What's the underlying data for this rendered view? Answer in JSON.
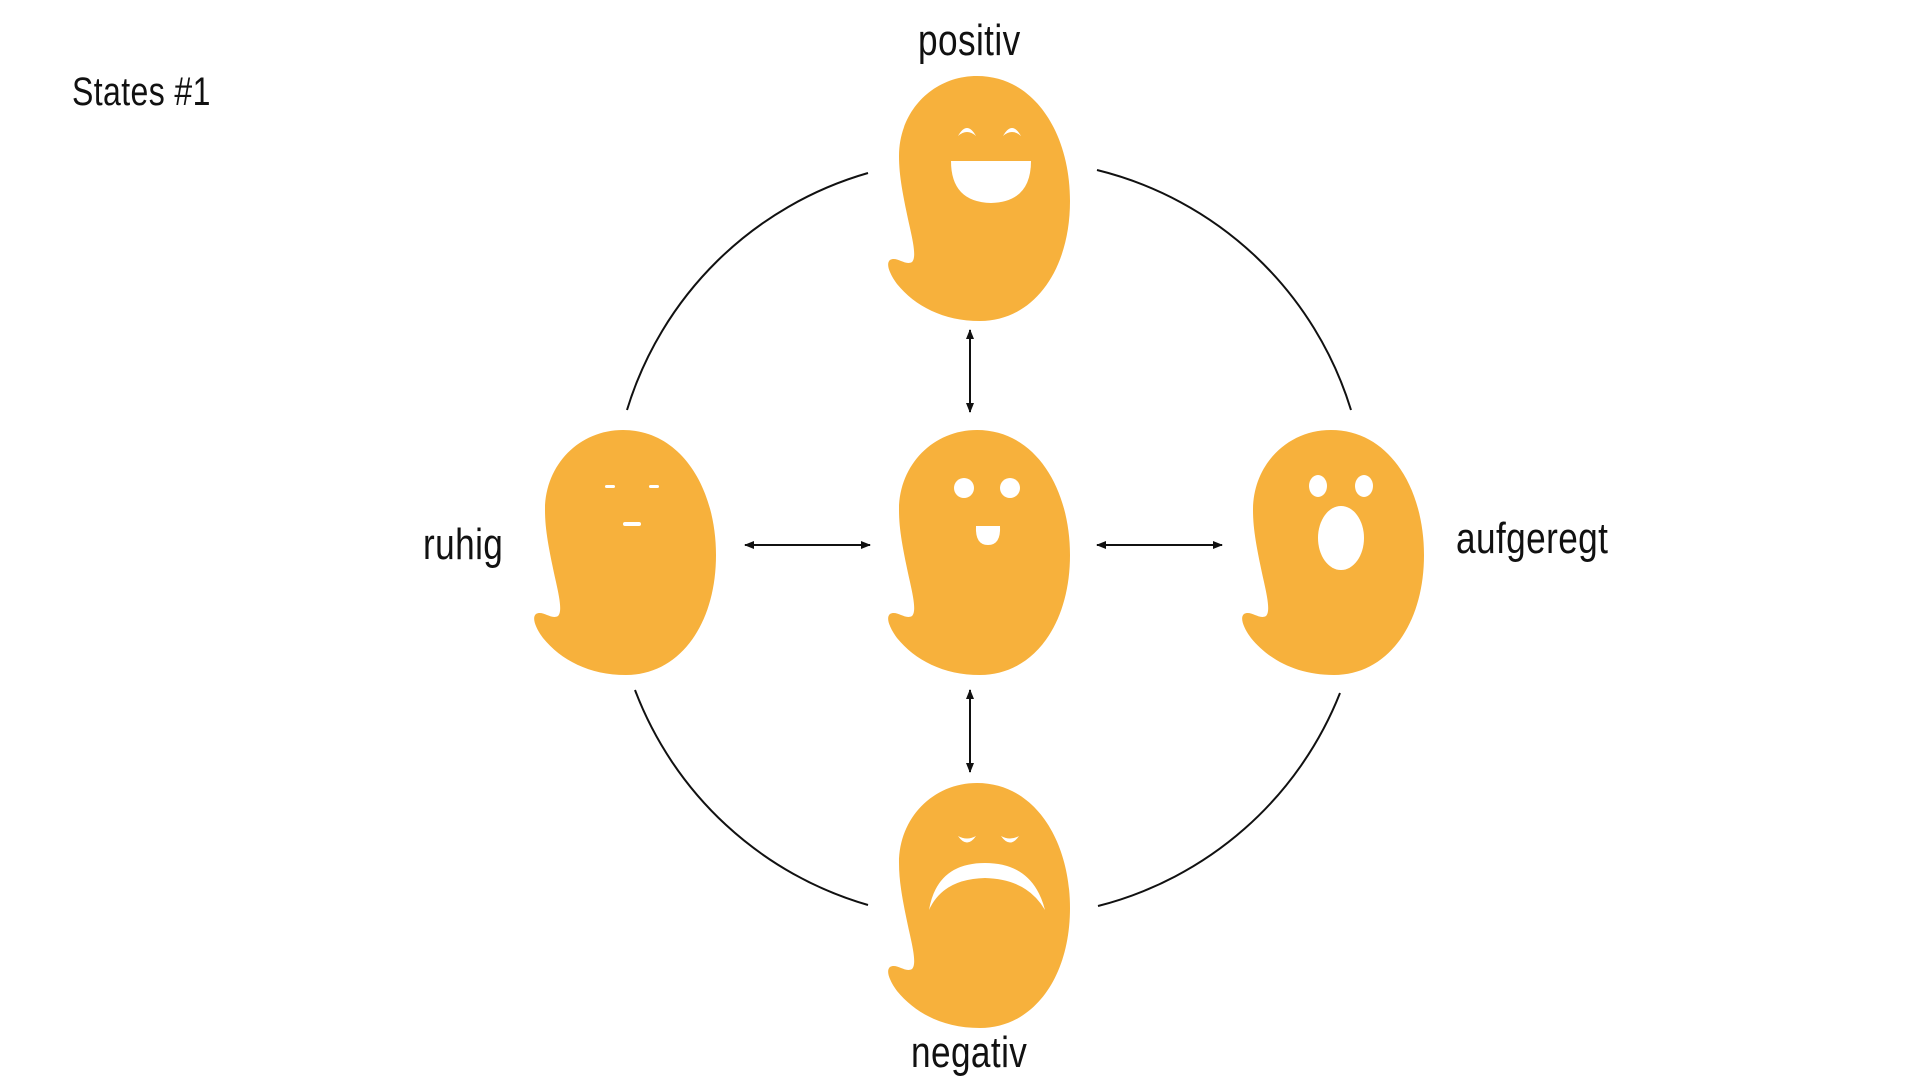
{
  "title": "States #1",
  "states": {
    "positive": "positiv",
    "negative": "negativ",
    "calm": "ruhig",
    "excited": "aufgeregt"
  },
  "colors": {
    "ghost": "#F7B13C",
    "face": "#ffffff",
    "lines": "#111111"
  }
}
